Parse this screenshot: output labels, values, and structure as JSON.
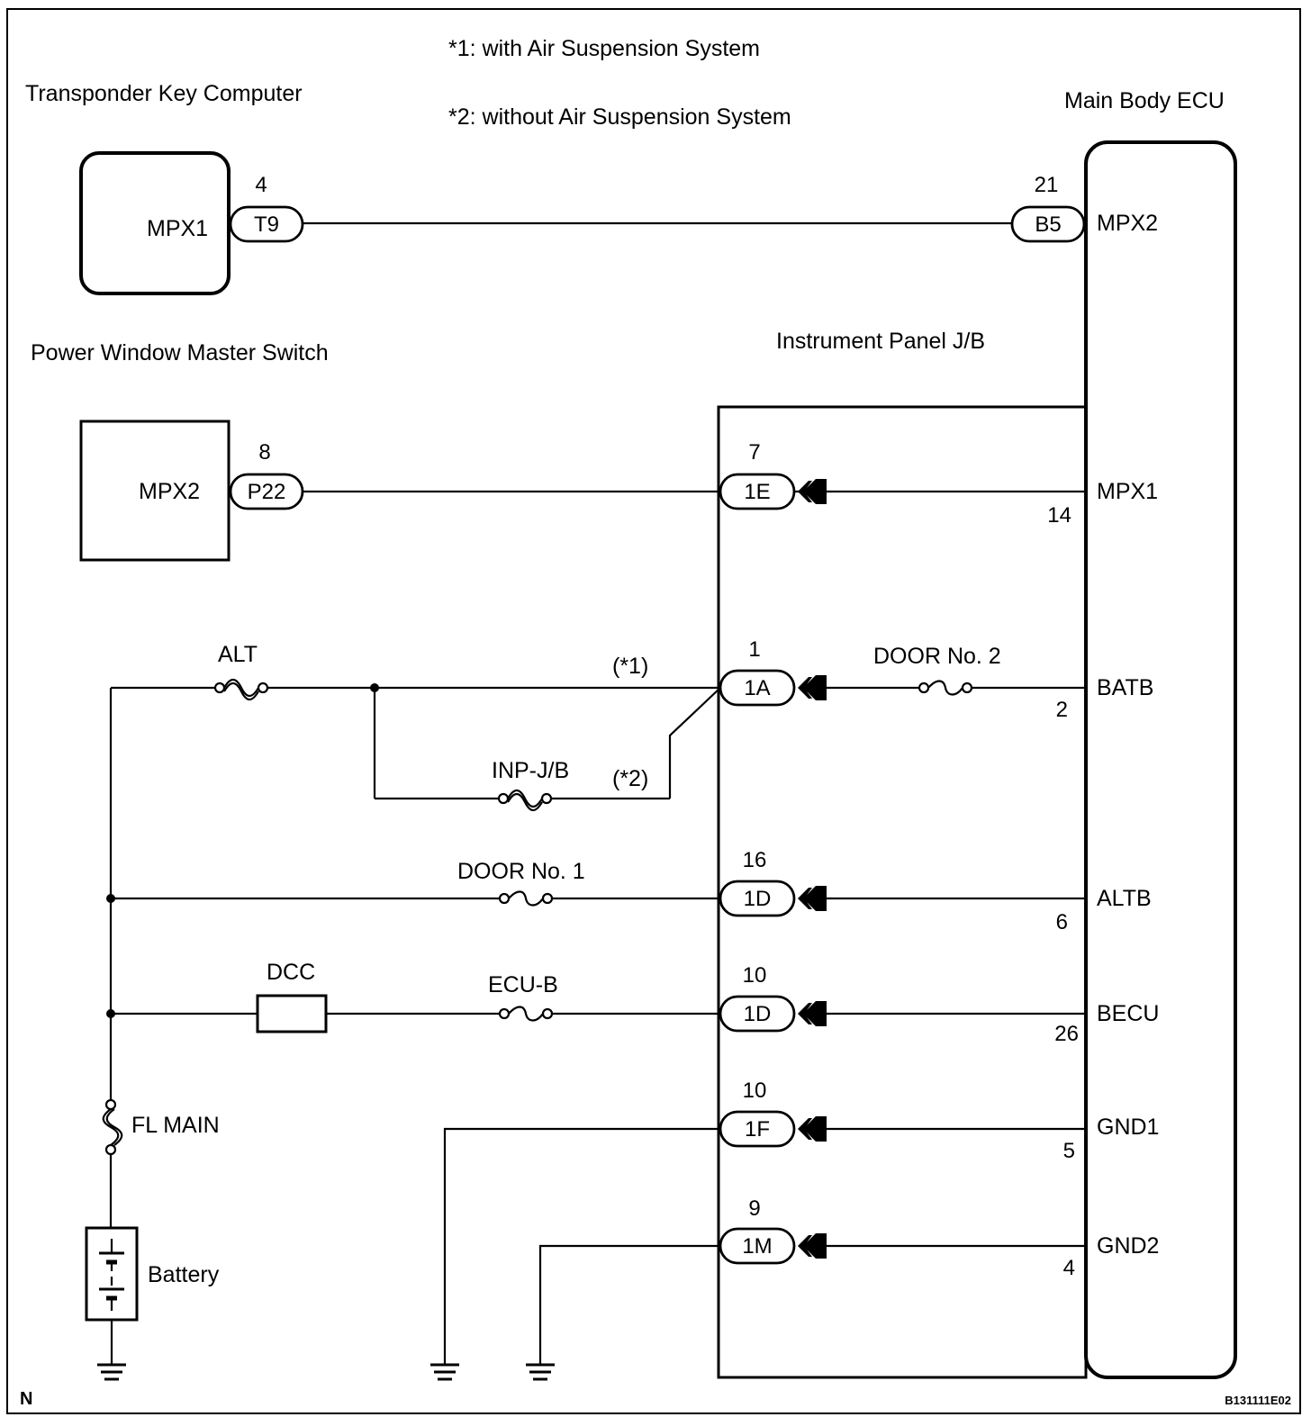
{
  "notes": {
    "n1": "*1: with Air Suspension System",
    "n2": "*2: without Air Suspension System"
  },
  "components": {
    "transponder": {
      "title": "Transponder Key Computer",
      "terminal": "MPX1"
    },
    "power_window": {
      "title": "Power Window Master Switch",
      "terminal": "MPX2"
    },
    "main_body_ecu": {
      "title": "Main Body ECU"
    },
    "instrument_panel_jb": {
      "title": "Instrument Panel J/B"
    },
    "battery": {
      "label": "Battery"
    }
  },
  "connectors": {
    "t9": {
      "code": "T9",
      "pin": "4"
    },
    "b5": {
      "code": "B5",
      "pin": "21"
    },
    "p22": {
      "code": "P22",
      "pin": "8"
    },
    "c1e": {
      "code": "1E",
      "pin": "7"
    },
    "c1a": {
      "code": "1A",
      "pin": "1"
    },
    "c1d_16": {
      "code": "1D",
      "pin": "16"
    },
    "c1d_10": {
      "code": "1D",
      "pin": "10"
    },
    "c1f": {
      "code": "1F",
      "pin": "10"
    },
    "c1m": {
      "code": "1M",
      "pin": "9"
    }
  },
  "ecu_terminals": [
    {
      "name": "MPX2",
      "pin": ""
    },
    {
      "name": "MPX1",
      "pin": "14"
    },
    {
      "name": "BATB",
      "pin": "2"
    },
    {
      "name": "ALTB",
      "pin": "6"
    },
    {
      "name": "BECU",
      "pin": "26"
    },
    {
      "name": "GND1",
      "pin": "5"
    },
    {
      "name": "GND2",
      "pin": "4"
    }
  ],
  "fuses": {
    "alt": "ALT",
    "inp_jb": "INP-J/B",
    "door1": "DOOR No. 1",
    "door2": "DOOR No. 2",
    "ecu_b": "ECU-B",
    "dcc": "DCC",
    "fl_main": "FL MAIN"
  },
  "branch_marks": {
    "b1": "(*1)",
    "b2": "(*2)"
  },
  "footer": {
    "left": "N",
    "right": "B131111E02"
  }
}
